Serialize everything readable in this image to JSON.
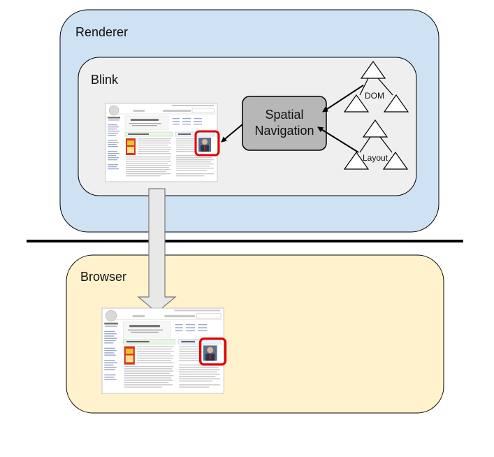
{
  "diagram": {
    "renderer_label": "Renderer",
    "blink_label": "Blink",
    "browser_label": "Browser",
    "spatial_navigation_lines": [
      "Spatial",
      "Navigation"
    ],
    "dom_label": "DOM",
    "layout_label": "Layout"
  },
  "colors": {
    "renderer_fill": "#cfe2f3",
    "blink_fill": "#efefef",
    "browser_fill": "#fff2cc",
    "spatial_nav_fill": "#b7b7b7",
    "focus_ring": "#e00000"
  }
}
